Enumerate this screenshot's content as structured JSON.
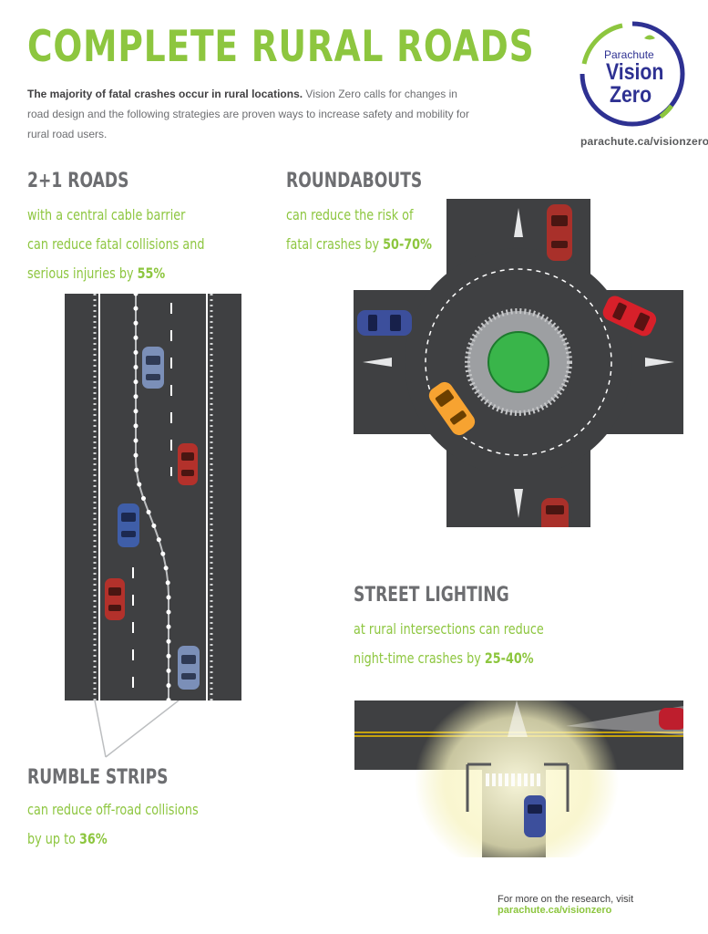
{
  "header": {
    "title": "COMPLETE RURAL ROADS",
    "intro_bold": "The majority of fatal crashes occur in rural locations.",
    "intro_rest": " Vision Zero calls for changes in road design and the following strategies are proven ways to increase safety and mobility for rural road users."
  },
  "logo": {
    "top_word": "Parachute",
    "line1": "Vision",
    "line2": "Zero",
    "url": "parachute.ca/visionzero"
  },
  "sections": {
    "two_plus_one": {
      "heading": "2+1 ROADS",
      "line1": "with a central cable barrier",
      "line2": "can reduce fatal collisions and",
      "line3_pre": "serious injuries by ",
      "stat": "55%"
    },
    "roundabouts": {
      "heading": "ROUNDABOUTS",
      "line1": "can reduce the risk of",
      "line2_pre": "fatal crashes by ",
      "stat": "50-70%"
    },
    "street_lighting": {
      "heading": "STREET LIGHTING",
      "line1": "at rural intersections can reduce",
      "line2_pre": "night-time crashes by ",
      "stat": "25-40%"
    },
    "rumble_strips": {
      "heading": "RUMBLE STRIPS",
      "line1": "can reduce off-road collisions",
      "line2_pre": "by up to ",
      "stat": "36%"
    }
  },
  "footer": {
    "text": "For more on the research, visit ",
    "link": "parachute.ca/visionzero"
  },
  "colors": {
    "green": "#8dc63f",
    "grey_text": "#6d6e71",
    "road": "#3f4042",
    "logo_navy": "#2e3192"
  }
}
